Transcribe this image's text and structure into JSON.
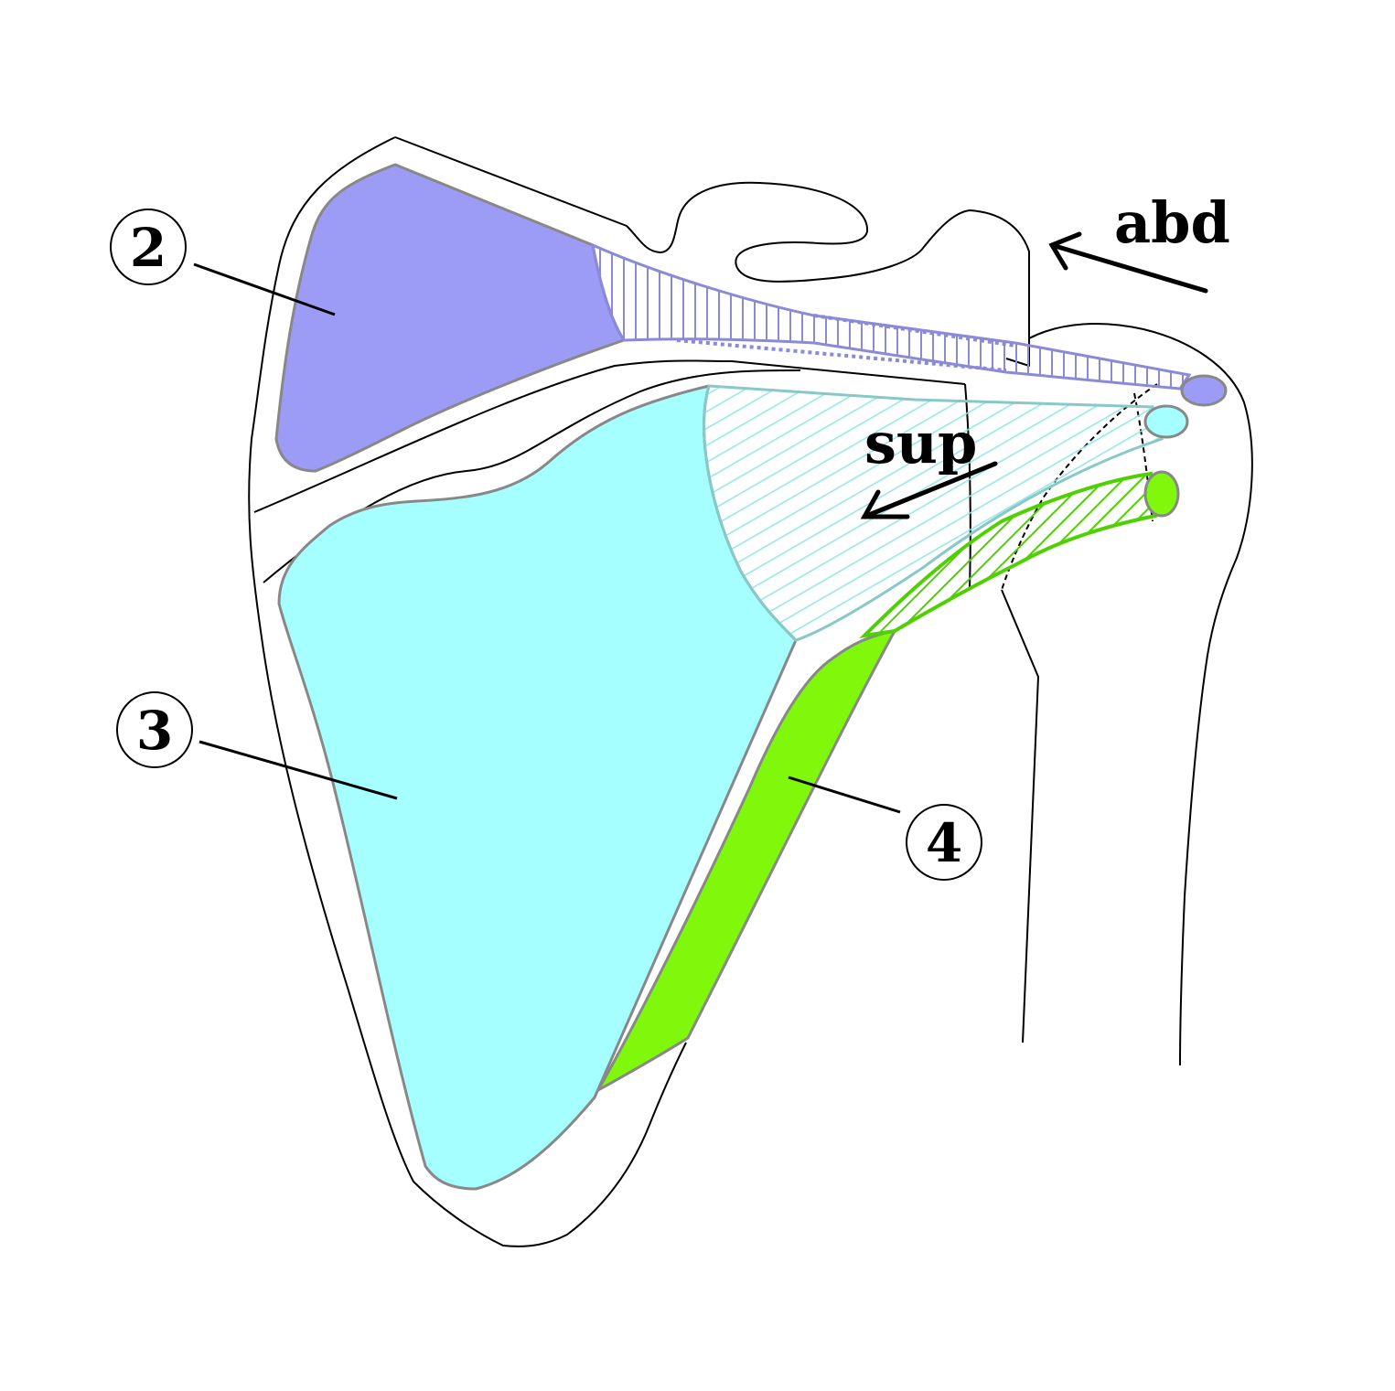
{
  "colors": {
    "supraspinatus": "#9c9cf7",
    "infraspinatus": "#a6ffff",
    "teres_minor": "#80f80c",
    "outline": "#000000",
    "muscle_edge": "#888888",
    "background": "#ffffff"
  },
  "labels": {
    "muscle_2": "2",
    "muscle_3": "3",
    "muscle_4": "4",
    "motion_abd": "abd",
    "motion_sup": "sup"
  }
}
